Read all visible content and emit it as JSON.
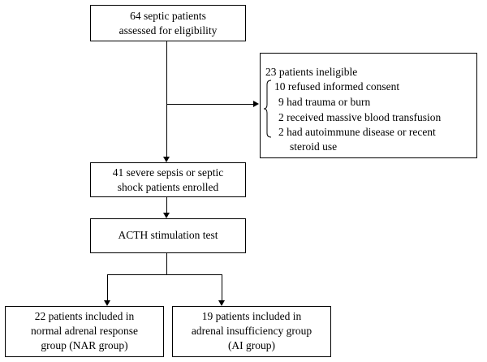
{
  "flowchart": {
    "assessed": "64 septic patients\nassessed for eligibility",
    "ineligible": {
      "title": "23 patients ineligible",
      "reasons": [
        "10 refused informed consent",
        "9 had trauma or burn",
        "2 received massive blood transfusion",
        "2 had autoimmune disease or recent",
        "steroid use"
      ]
    },
    "enrolled": "41 severe sepsis or septic\nshock patients enrolled",
    "test": "ACTH stimulation test",
    "nar_group": "22 patients included in\nnormal adrenal response\ngroup (NAR group)",
    "ai_group": "19 patients included in\nadrenal insufficiency group\n(AI group)"
  }
}
